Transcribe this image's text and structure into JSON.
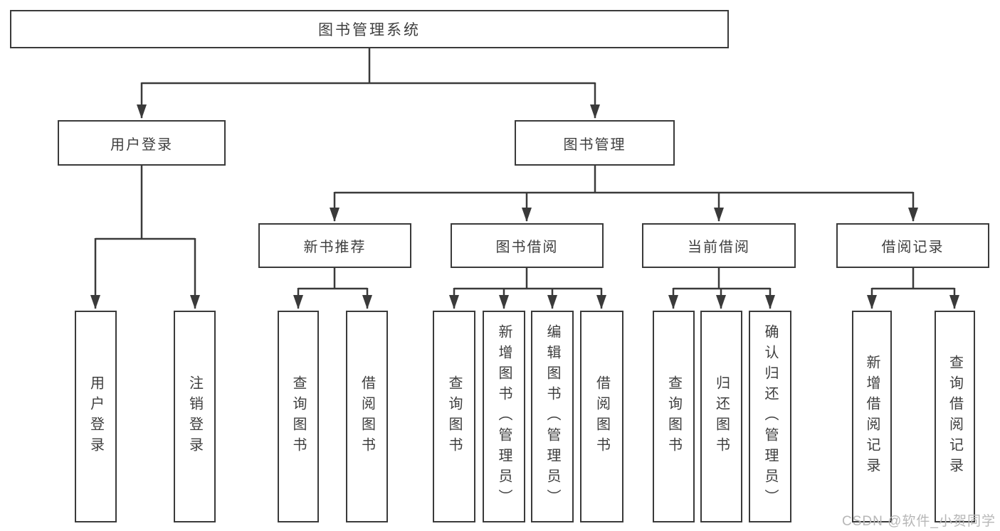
{
  "tree": {
    "root": {
      "label": "图书管理系统"
    },
    "children": [
      {
        "label": "用户登录",
        "children": [
          {
            "label": "用户登录"
          },
          {
            "label": "注销登录"
          }
        ]
      },
      {
        "label": "图书管理",
        "children": [
          {
            "label": "新书推荐",
            "children": [
              {
                "label": "查询图书"
              },
              {
                "label": "借阅图书"
              }
            ]
          },
          {
            "label": "图书借阅",
            "children": [
              {
                "label": "查询图书"
              },
              {
                "label": "新增图书（管理员）"
              },
              {
                "label": "编辑图书（管理员）"
              },
              {
                "label": "借阅图书"
              }
            ]
          },
          {
            "label": "当前借阅",
            "children": [
              {
                "label": "查询图书"
              },
              {
                "label": "归还图书"
              },
              {
                "label": "确认归还（管理员）"
              }
            ]
          },
          {
            "label": "借阅记录",
            "children": [
              {
                "label": "新增借阅记录"
              },
              {
                "label": "查询借阅记录"
              }
            ]
          }
        ]
      }
    ]
  },
  "watermark": {
    "text": "CSDN @软件_小贺同学"
  },
  "colors": {
    "line": "#3a3a3a",
    "text": "#3e3e3e",
    "background": "#ffffff",
    "watermark": "#b7b7b7"
  }
}
